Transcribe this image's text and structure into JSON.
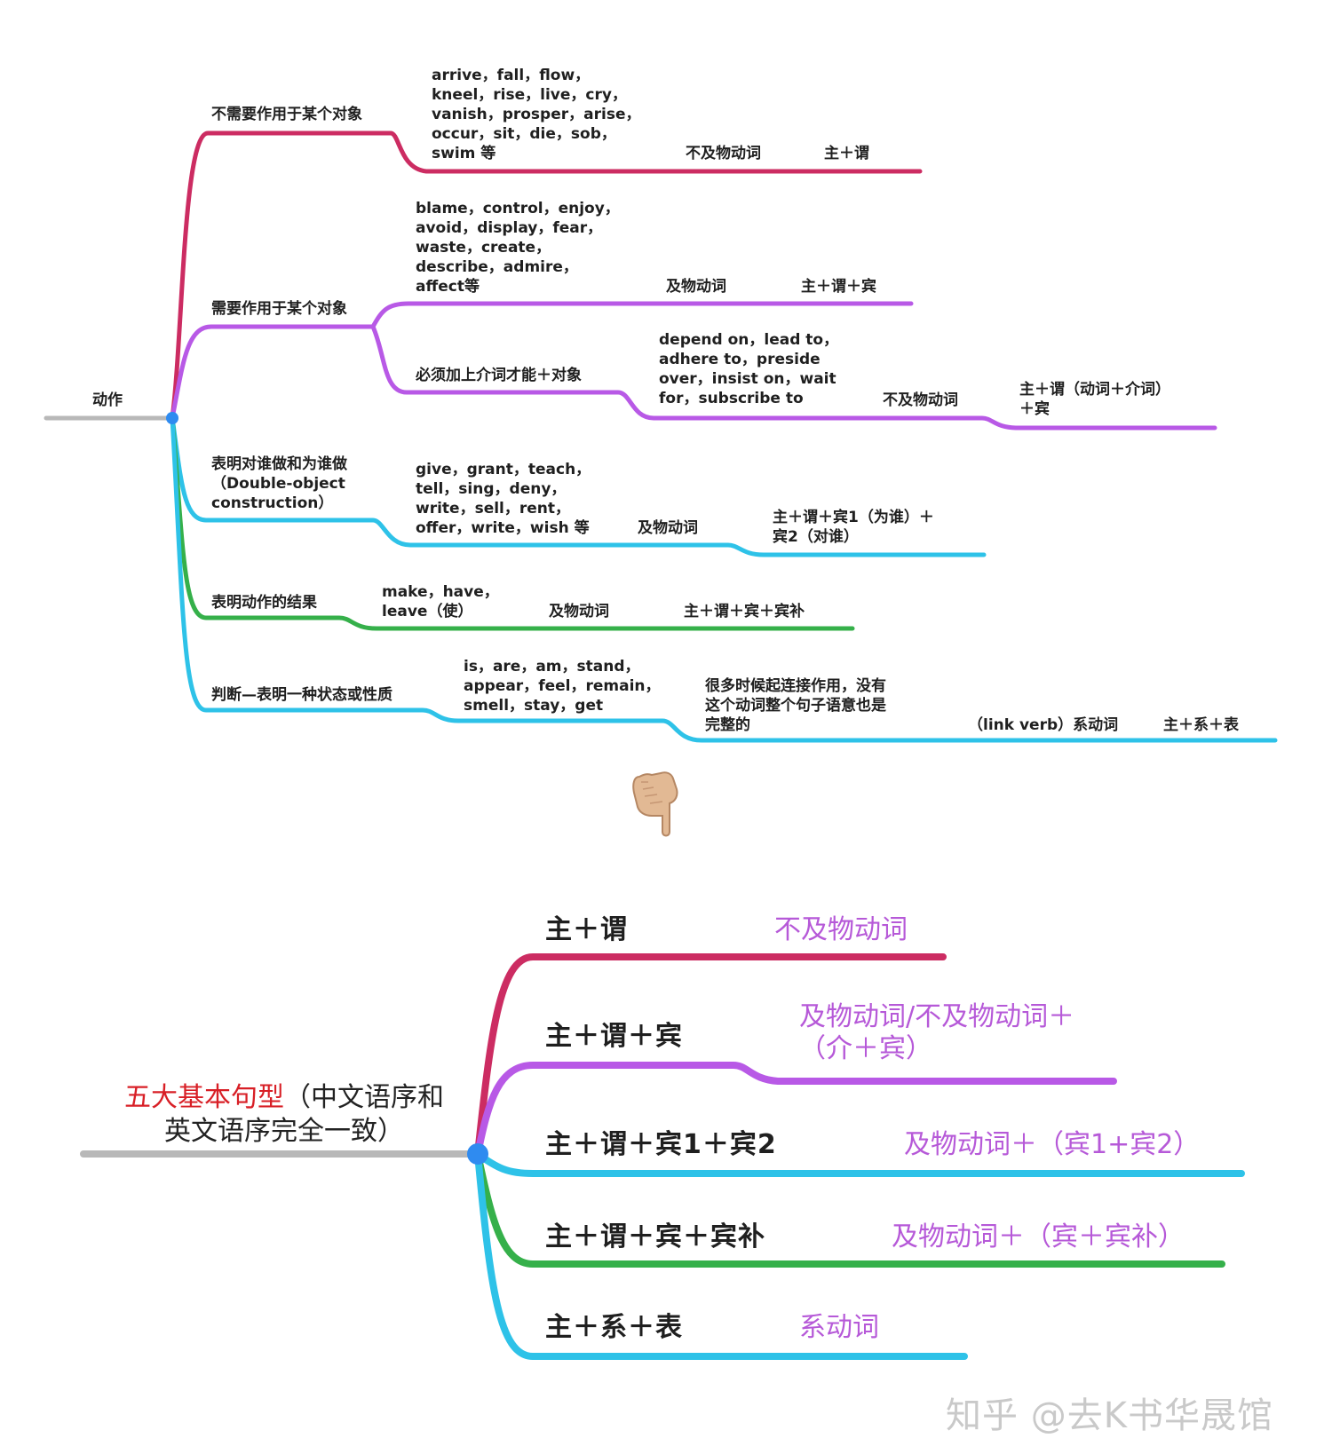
{
  "colors": {
    "root_gray": "#b8b8b8",
    "red": "#cc2c62",
    "purple": "#b859e6",
    "blue": "#2ec2e8",
    "green": "#35b04a",
    "node": "#2f8bf0",
    "magenta_text": "#b659d8",
    "title_red": "#d81f26"
  },
  "top": {
    "root": "动作",
    "branches": {
      "b1": {
        "label": "不需要作用于某个对象",
        "examples": "arrive，fall，flow，\nkneel，rise，live，cry，\nvanish，prosper，arise，\noccur，sit，die，sob，\nswim 等",
        "verb_type": "不及物动词",
        "pattern": "主＋谓"
      },
      "b2": {
        "label": "需要作用于某个对象",
        "s1": {
          "examples": "blame，control，enjoy，\navoid，display，fear，\nwaste，create，\ndescribe，admire，\naffect等",
          "verb_type": "及物动词",
          "pattern": "主＋谓＋宾"
        },
        "s2": {
          "label": "必须加上介词才能＋对象",
          "examples": "depend on，lead to，\nadhere to，preside\nover，insist on，wait\nfor，subscribe to",
          "verb_type": "不及物动词",
          "pattern": "主＋谓（动词＋介词）\n＋宾"
        }
      },
      "b3": {
        "label": "表明对谁做和为谁做\n（Double-object\nconstruction）",
        "examples": "give，grant，teach，\ntell，sing，deny，\nwrite，sell，rent，\noffer，write，wish 等",
        "verb_type": "及物动词",
        "pattern": "主＋谓＋宾1（为谁）＋\n宾2（对谁）"
      },
      "b4": {
        "label": "表明动作的结果",
        "examples": "make，have，\nleave（使）",
        "verb_type": "及物动词",
        "pattern": "主＋谓＋宾＋宾补"
      },
      "b5": {
        "label": "判断—表明一种状态或性质",
        "examples": "is，are，am，stand，\nappear，feel，remain，\nsmell，stay，get",
        "note": "很多时候起连接作用，没有\n这个动词整个句子语意也是\n完整的",
        "verb_type": "（link verb）系动词",
        "pattern": "主＋系＋表"
      }
    }
  },
  "bottom": {
    "root_red": "五大基本句型",
    "root_rest": "（中文语序和\n英文语序完全一致）",
    "rows": [
      {
        "pattern": "主＋谓",
        "desc": "不及物动词"
      },
      {
        "pattern": "主＋谓＋宾",
        "desc": "及物动词/不及物动词＋\n（介＋宾）"
      },
      {
        "pattern": "主＋谓＋宾1＋宾2",
        "desc": "及物动词＋（宾1+宾2）"
      },
      {
        "pattern": "主＋谓＋宾＋宾补",
        "desc": "及物动词＋（宾＋宾补）"
      },
      {
        "pattern": "主＋系＋表",
        "desc": "系动词"
      }
    ]
  },
  "watermark": "知乎 @去K书华晟馆",
  "icons": {
    "pointer": "pointing-hand-icon"
  }
}
